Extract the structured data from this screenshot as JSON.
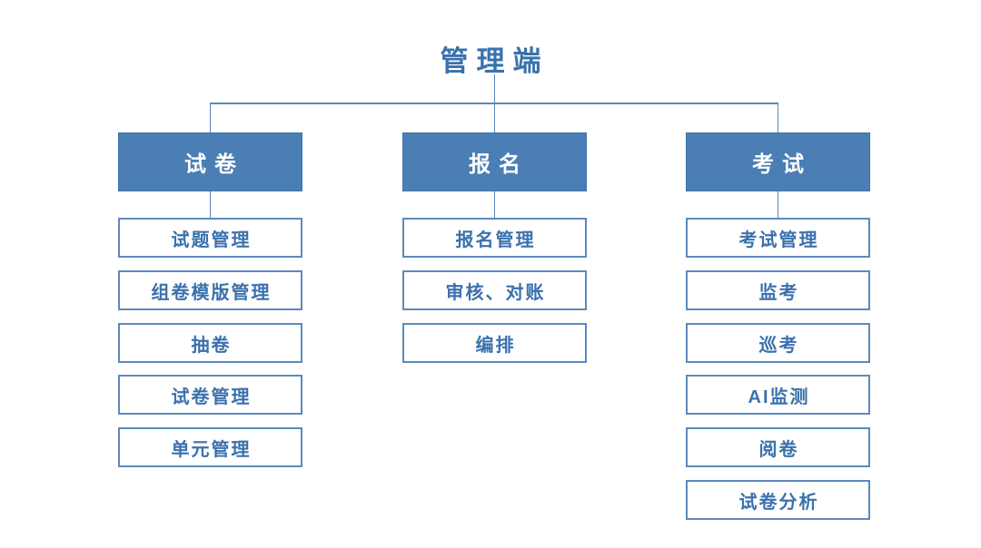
{
  "title": "管理端",
  "colors": {
    "title_text": "#3a71ad",
    "header_fill": "#4a7eb5",
    "header_border": "#3e74ac",
    "header_text": "#ffffff",
    "box_border": "#5d89ba",
    "box_text": "#3a71ad",
    "line": "#5b87b8"
  },
  "columns": [
    {
      "header": "试卷",
      "items": [
        "试题管理",
        "组卷模版管理",
        "抽卷",
        "试卷管理",
        "单元管理"
      ]
    },
    {
      "header": "报名",
      "items": [
        "报名管理",
        "审核、对账",
        "编排"
      ]
    },
    {
      "header": "考试",
      "items": [
        "考试管理",
        "监考",
        "巡考",
        "AI监测",
        "阅卷",
        "试卷分析"
      ]
    }
  ]
}
